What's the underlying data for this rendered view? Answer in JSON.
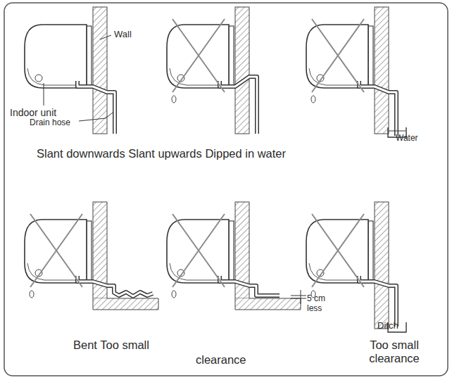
{
  "diagram": {
    "labels": [
      "Wall",
      "Indoor unit",
      "Drain hose",
      "Slant downwards Slant upwards Dipped in water",
      "Water",
      "Bent Too small",
      "5 cm less",
      "clearance",
      "Ditch",
      "Too small clearance"
    ]
  }
}
